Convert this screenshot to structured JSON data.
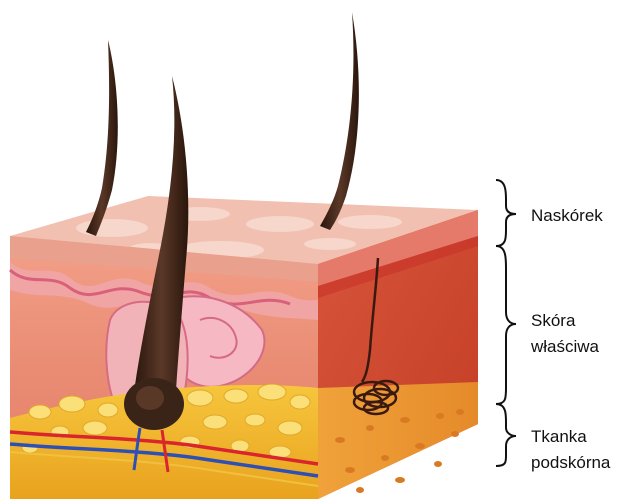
{
  "labels": {
    "epidermis": {
      "line1": "Naskórek"
    },
    "dermis": {
      "line1": "Skóra",
      "line2": "właściwa"
    },
    "hypodermis": {
      "line1": "Tkanka",
      "line2": "podskórna"
    }
  },
  "colors": {
    "epidermis_top": "#f2c2b4",
    "epidermis_front": "#e9927f",
    "dermis": "#e58a6f",
    "dermis_side": "#cf4a2e",
    "fat": "#f0b52a",
    "fat_cells": "#f8dc6a",
    "hair": "#3a2418",
    "artery": "#d8262c",
    "vein": "#2e4fb4",
    "bracket": "#111111"
  }
}
